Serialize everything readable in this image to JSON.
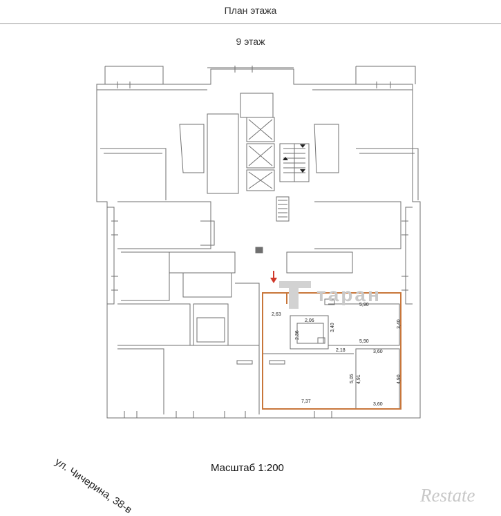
{
  "header": {
    "title": "План этажа"
  },
  "floor": {
    "label": "9 этаж"
  },
  "street": {
    "label": "ул. Чичерина, 38-в"
  },
  "scale": {
    "label": "Масштаб 1:200"
  },
  "watermark": {
    "brand": "Restate",
    "logo_text": "таран"
  },
  "dimensions": {
    "d_263": "2,63",
    "d_206": "2,06",
    "d_236": "2,36",
    "d_340_a": "3,40",
    "d_590_a": "5,90",
    "d_590_b": "5,90",
    "d_340_b": "3,40",
    "d_218": "2,18",
    "d_360_a": "3,60",
    "d_505": "5,05",
    "d_491": "4,91",
    "d_490": "4,90",
    "d_737": "7,37",
    "d_360_b": "3,60"
  },
  "colors": {
    "highlight": "#c8763a",
    "entry_arrow": "#d0382a",
    "wall": "#6f6f6f"
  }
}
